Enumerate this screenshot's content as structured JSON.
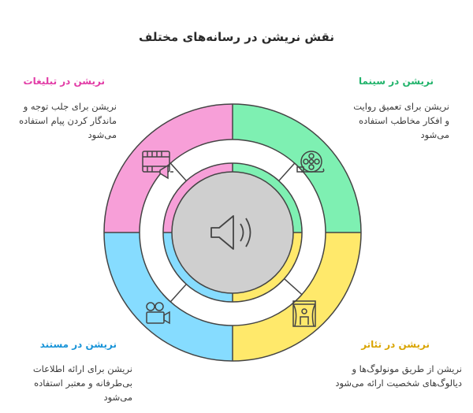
{
  "title": "نقش نریشن در رسانه‌های مختلف",
  "colors": {
    "ads": "#f79fd8",
    "cinema": "#7ef0b2",
    "theater": "#ffe96b",
    "documentary": "#86dcff",
    "center": "#cfcfcf",
    "ads_title": "#e23ba6",
    "cinema_title": "#21b36b",
    "theater_title": "#d9a400",
    "documentary_title": "#1994d8"
  },
  "quadrants": {
    "ads": {
      "title": "نریشن در تبلیغات",
      "text": "نریشن برای جلب توجه و\nماندگار کردن پیام استفاده\nمی‌شود",
      "icon": "film-strip-megaphone-icon"
    },
    "cinema": {
      "title": "نریشن در سینما",
      "text": "نریشن برای تعمیق روایت\nو افکار مخاطب استفاده\nمی‌شود",
      "icon": "film-reel-icon"
    },
    "documentary": {
      "title": "نریشن در مستند",
      "text": "نریشن برای ارائه اطلاعات\nبی‌طرفانه و معتبر استفاده\nمی‌شود",
      "icon": "video-camera-icon"
    },
    "theater": {
      "title": "نریشن در تئاتر",
      "text": "نریشن از طریق مونولوگ‌ها و\nدیالوگ‌های شخصیت ارائه می‌شود",
      "icon": "theater-stage-icon"
    }
  },
  "center_icon": "speaker-icon"
}
